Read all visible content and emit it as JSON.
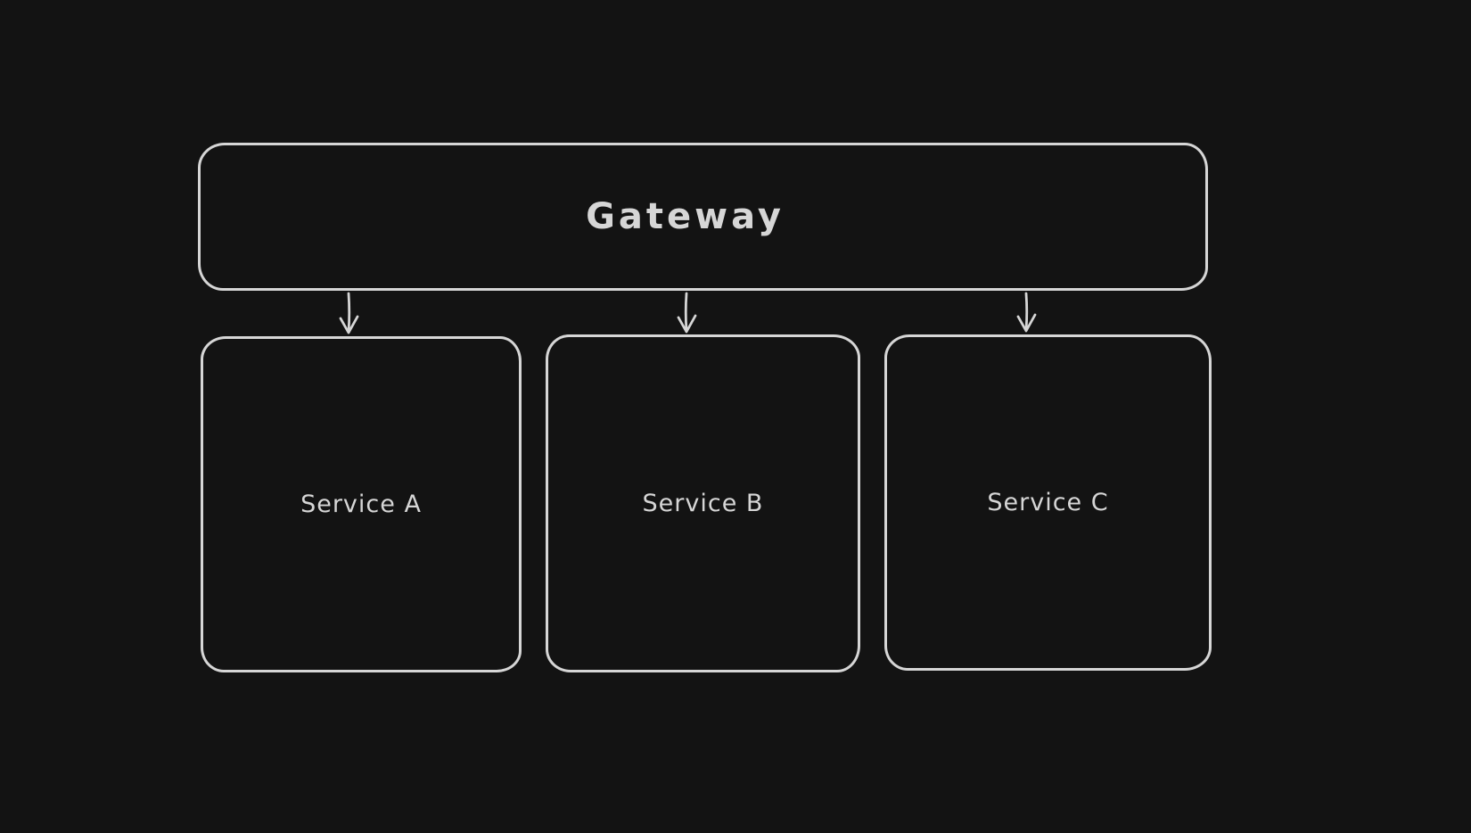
{
  "theme": {
    "background_color": "#131313",
    "stroke_color": "#d6d6d6",
    "text_color": "#d6d6d6"
  },
  "diagram": {
    "gateway": {
      "label": "Gateway"
    },
    "services": [
      {
        "label": "Service A"
      },
      {
        "label": "Service B"
      },
      {
        "label": "Service C"
      }
    ],
    "connections": [
      {
        "from": "Gateway",
        "to": "Service A"
      },
      {
        "from": "Gateway",
        "to": "Service B"
      },
      {
        "from": "Gateway",
        "to": "Service C"
      }
    ]
  }
}
